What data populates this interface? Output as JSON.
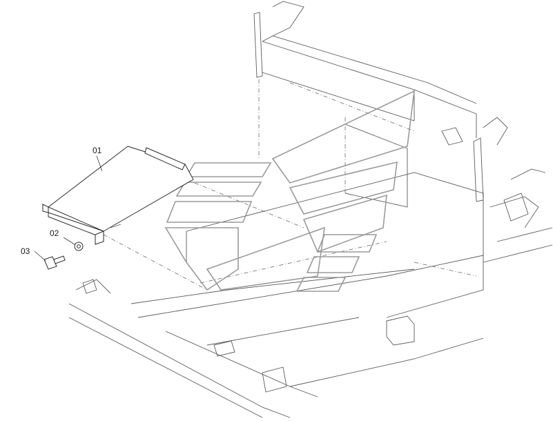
{
  "callouts": {
    "c01": "01",
    "c02": "02",
    "c03": "03"
  }
}
